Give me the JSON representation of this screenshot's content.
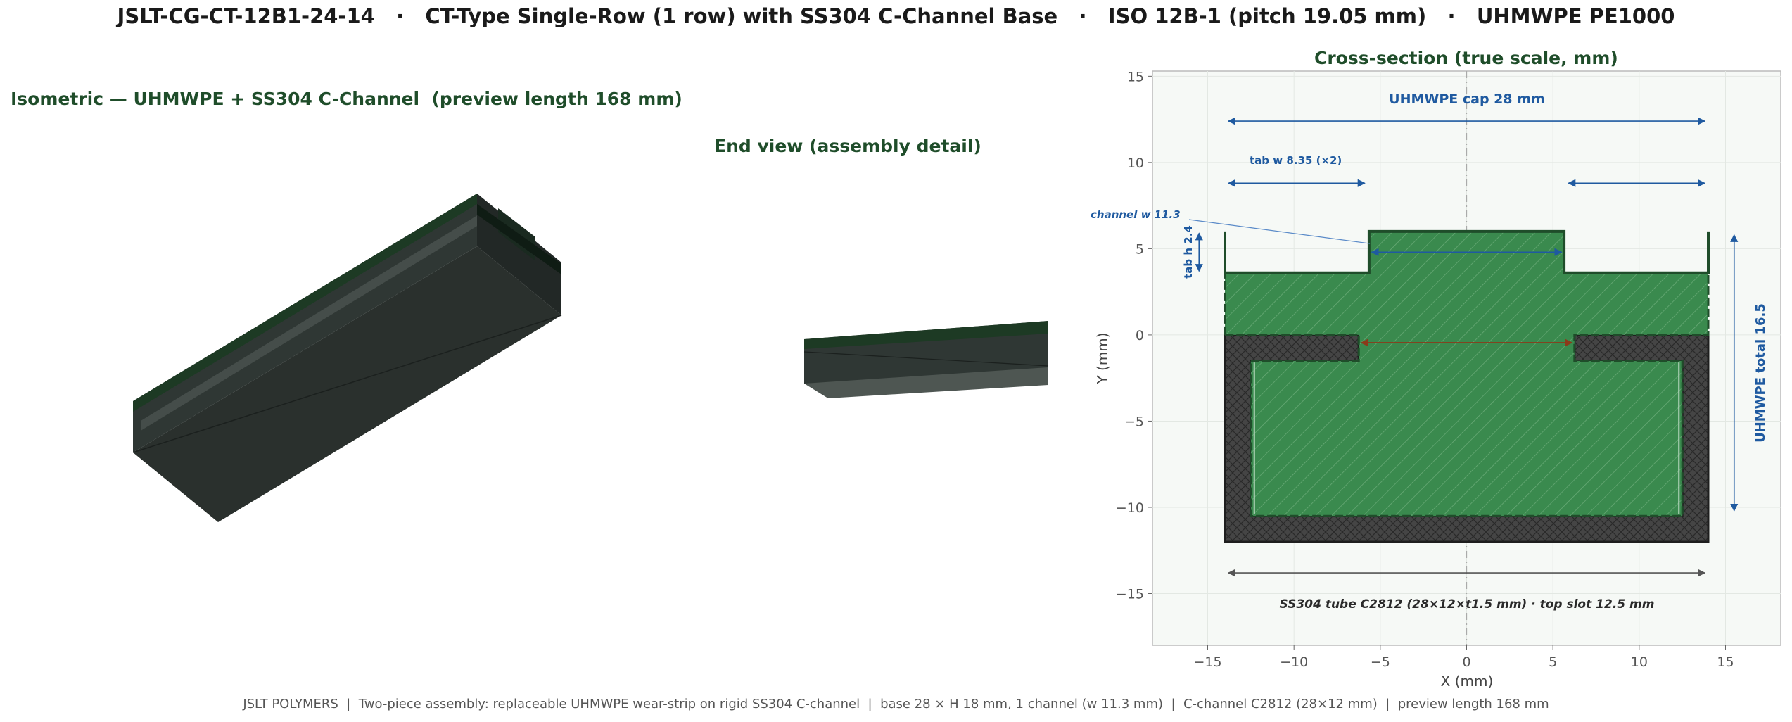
{
  "header": {
    "title": "JSLT-CG-CT-12B1-24-14   ·   CT-Type Single-Row (1 row) with SS304 C-Channel Base   ·   ISO 12B-1 (pitch 19.05 mm)   ·   UHMWPE PE1000"
  },
  "panels": {
    "iso_title": "Isometric — UHMWPE + SS304 C-Channel  (preview length 168 mm)",
    "end_title": "End view (assembly detail)",
    "section_title": "Cross-section (true scale, mm)"
  },
  "section": {
    "x_label": "X  (mm)",
    "y_label": "Y  (mm)",
    "x_ticks": [
      -15,
      -10,
      -5,
      0,
      5,
      10,
      15
    ],
    "y_ticks": [
      15,
      10,
      5,
      0,
      -5,
      -10,
      -15
    ],
    "x_tick_labels": [
      "−15",
      "−10",
      "−5",
      "0",
      "5",
      "10",
      "15"
    ],
    "y_tick_labels": [
      "15",
      "10",
      "5",
      "0",
      "−5",
      "−10",
      "−15"
    ],
    "xlim": [
      -18.2,
      18.2
    ],
    "ylim": [
      -18,
      15.3
    ],
    "annotations": {
      "cap": "UHMWPE cap 28 mm",
      "tab_w": "tab w 8.35 (×2)",
      "channel_w": "channel w 11.3",
      "tab_h": "tab h 2.4",
      "total": "UHMWPE total 16.5",
      "tube": "SS304 tube C2812  (28×12×t1.5 mm)  ·  top slot 12.5 mm"
    },
    "colors": {
      "uhmwpe": "#3a8a4e",
      "steel": "#4a4a4a",
      "dimension": "#1f5aa0",
      "title": "#1f4d2a"
    }
  },
  "footer": {
    "text": "JSLT POLYMERS  |  Two-piece assembly: replaceable UHMWPE wear-strip on rigid SS304 C-channel  |  base 28 × H 18 mm, 1 channel (w 11.3 mm)  |  C-channel C2812 (28×12 mm)  |  preview length 168 mm"
  }
}
